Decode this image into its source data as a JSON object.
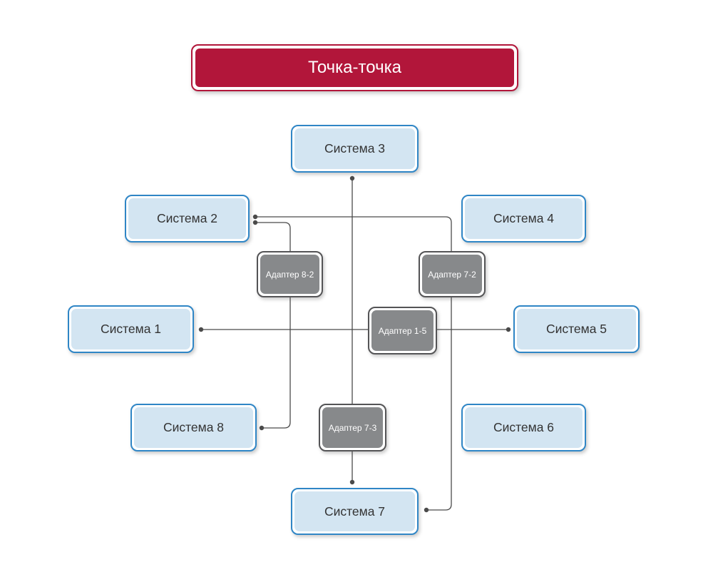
{
  "title": {
    "label": "Точка-точка"
  },
  "nodes": {
    "system1": {
      "label": "Система 1",
      "type": "system"
    },
    "system2": {
      "label": "Система 2",
      "type": "system"
    },
    "system3": {
      "label": "Система 3",
      "type": "system"
    },
    "system4": {
      "label": "Система 4",
      "type": "system"
    },
    "system5": {
      "label": "Система 5",
      "type": "system"
    },
    "system6": {
      "label": "Система 6",
      "type": "system"
    },
    "system7": {
      "label": "Система 7",
      "type": "system"
    },
    "system8": {
      "label": "Система 8",
      "type": "system"
    },
    "adapter82": {
      "label": "Адаптер 8-2",
      "type": "adapter"
    },
    "adapter72": {
      "label": "Адаптер 7-2",
      "type": "adapter"
    },
    "adapter15": {
      "label": "Адаптер 1-5",
      "type": "adapter"
    },
    "adapter73": {
      "label": "Адаптер 7-3",
      "type": "adapter"
    }
  },
  "edges": [
    {
      "from": "system3",
      "via": "adapter73",
      "to": "system7"
    },
    {
      "from": "system1",
      "via": "adapter15",
      "to": "system5"
    },
    {
      "from": "system2",
      "via": "adapter72",
      "to": "system7"
    },
    {
      "from": "system2",
      "via": "adapter82",
      "to": "system8"
    }
  ],
  "colors": {
    "background": "#ffffff",
    "title_fill": "#b2163a",
    "title_border": "#b2163a",
    "title_text": "#ffffff",
    "system_fill": "#d3e5f2",
    "system_border": "#2f86c6",
    "system_text": "#333333",
    "adapter_fill": "#87898b",
    "adapter_border": "#545456",
    "adapter_text": "#ffffff",
    "connector": "#4a4a4a"
  }
}
